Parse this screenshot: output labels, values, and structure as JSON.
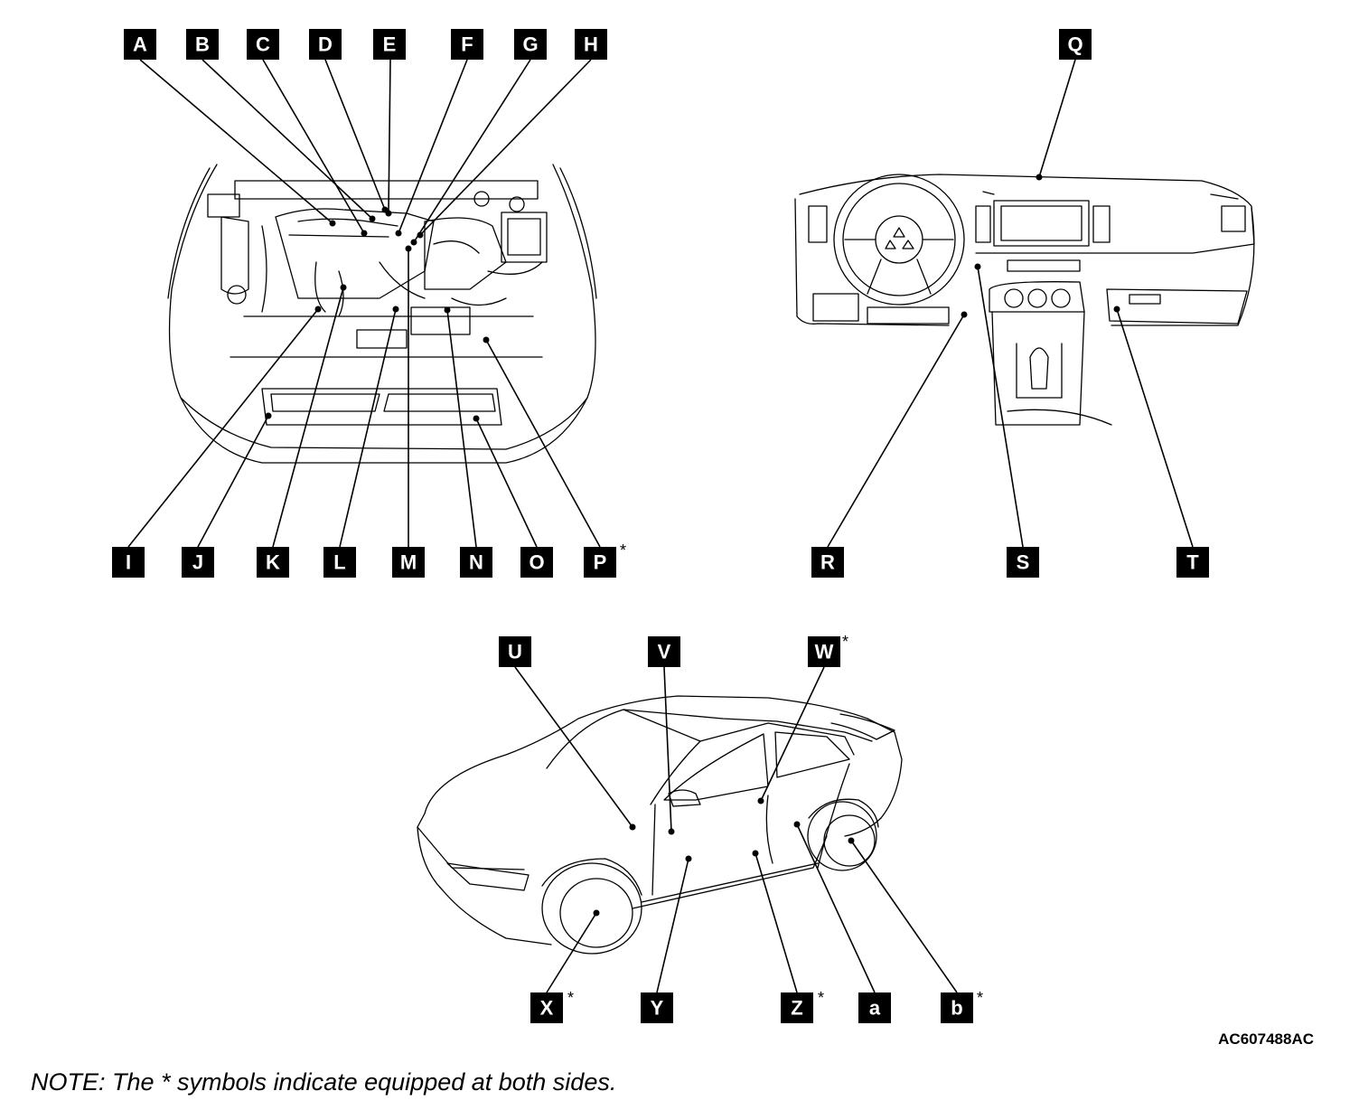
{
  "labels": {
    "A": "A",
    "B": "B",
    "C": "C",
    "D": "D",
    "E": "E",
    "F": "F",
    "G": "G",
    "H": "H",
    "I": "I",
    "J": "J",
    "K": "K",
    "L": "L",
    "M": "M",
    "N": "N",
    "O": "O",
    "P": "P",
    "Q": "Q",
    "R": "R",
    "S": "S",
    "T": "T",
    "U": "U",
    "V": "V",
    "W": "W",
    "X": "X",
    "Y": "Y",
    "Z": "Z",
    "a": "a",
    "b": "b"
  },
  "asterisk": "*",
  "figure_code": "AC607488AC",
  "note": "NOTE: The * symbols indicate equipped at both sides."
}
